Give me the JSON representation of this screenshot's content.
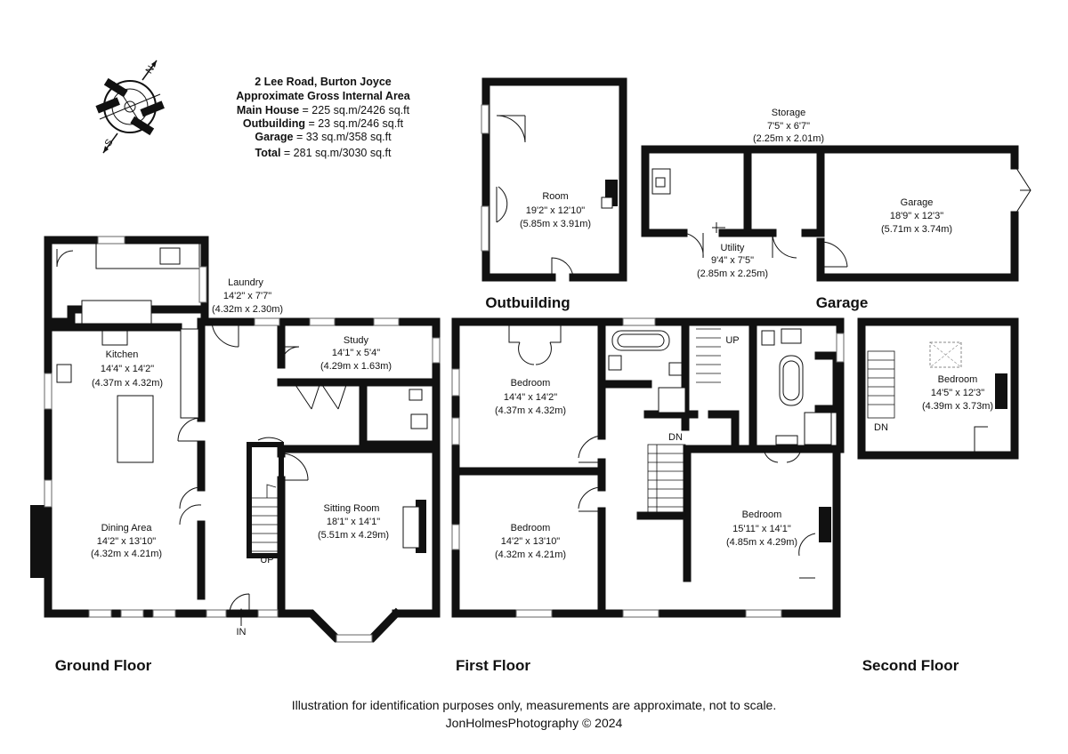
{
  "header": {
    "address": "2 Lee Road, Burton Joyce",
    "area_title": "Approximate Gross Internal Area",
    "lines": [
      {
        "label": "Main House",
        "value": " = 225 sq.m/2426 sq.ft"
      },
      {
        "label": "Outbuilding",
        "value": " = 23 sq.m/246 sq.ft"
      },
      {
        "label": "Garage",
        "value": " = 33 sq.m/358 sq.ft"
      },
      {
        "label": "Total",
        "value": " = 281 sq.m/3030 sq.ft"
      }
    ]
  },
  "compass": {
    "north": "N",
    "south": "S"
  },
  "sections": {
    "ground_floor": "Ground Floor",
    "first_floor": "First Floor",
    "second_floor": "Second Floor",
    "outbuilding": "Outbuilding",
    "garage": "Garage"
  },
  "rooms": {
    "kitchen": {
      "name": "Kitchen",
      "imperial": "14'4\" x 14'2\"",
      "metric": "(4.37m x 4.32m)"
    },
    "dining": {
      "name": "Dining Area",
      "imperial": "14'2\" x 13'10\"",
      "metric": "(4.32m x 4.21m)"
    },
    "laundry": {
      "name": "Laundry",
      "imperial": "14'2\" x 7'7\"",
      "metric": "(4.32m x 2.30m)"
    },
    "study": {
      "name": "Study",
      "imperial": "14'1\" x 5'4\"",
      "metric": "(4.29m x 1.63m)"
    },
    "sitting": {
      "name": "Sitting Room",
      "imperial": "18'1\" x 14'1\"",
      "metric": "(5.51m x 4.29m)"
    },
    "room": {
      "name": "Room",
      "imperial": "19'2\" x 12'10\"",
      "metric": "(5.85m x 3.91m)"
    },
    "storage": {
      "name": "Storage",
      "imperial": "7'5\" x 6'7\"",
      "metric": "(2.25m x 2.01m)"
    },
    "utility": {
      "name": "Utility",
      "imperial": "9'4\" x 7'5\"",
      "metric": "(2.85m x 2.25m)"
    },
    "garage": {
      "name": "Garage",
      "imperial": "18'9\" x 12'3\"",
      "metric": "(5.71m x 3.74m)"
    },
    "bed1": {
      "name": "Bedroom",
      "imperial": "14'4\" x 14'2\"",
      "metric": "(4.37m x 4.32m)"
    },
    "bed2": {
      "name": "Bedroom",
      "imperial": "14'2\" x 13'10\"",
      "metric": "(4.32m x 4.21m)"
    },
    "bed3": {
      "name": "Bedroom",
      "imperial": "15'11\" x 14'1\"",
      "metric": "(4.85m x 4.29m)"
    },
    "bed4": {
      "name": "Bedroom",
      "imperial": "14'5\" x 12'3\"",
      "metric": "(4.39m x 3.73m)"
    }
  },
  "marks": {
    "in": "IN",
    "up_ground": "UP",
    "up_first": "UP",
    "dn_first": "DN",
    "dn_second": "DN"
  },
  "footer": {
    "disclaimer": "Illustration for identification purposes only, measurements are approximate, not to scale.",
    "credit": "JonHolmesPhotography © 2024"
  }
}
